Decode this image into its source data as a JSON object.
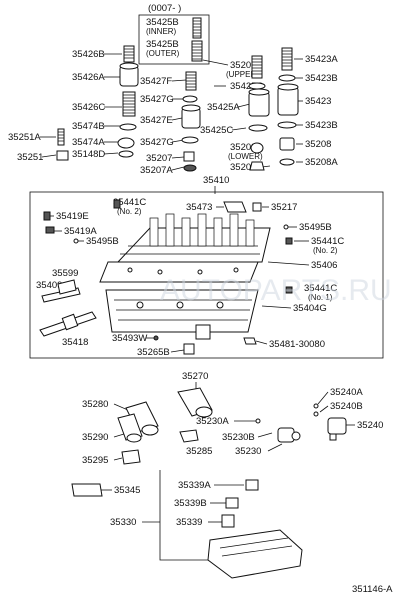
{
  "date_code": "(0007-   )",
  "figure_id": "351146-A",
  "watermark": "AUTOPARTS.RU",
  "callouts": {
    "c35425B_inner": "35425B",
    "c35425B_inner_note": "(INNER)",
    "c35425B_outer": "35425B",
    "c35425B_outer_note": "(OUTER)",
    "c35426B": "35426B",
    "c35426A": "35426A",
    "c35426C": "35426C",
    "c35474B": "35474B",
    "c35251A": "35251A",
    "c35474A": "35474A",
    "c35251": "35251",
    "c35148D": "35148D",
    "c35427F": "35427F",
    "c35427G_1": "35427G",
    "c35427E": "35427E",
    "c35427G_2": "35427G",
    "c35207": "35207",
    "c35207A": "35207A",
    "c35209_upper": "35209",
    "c35209_upper_note": "(UPPER)",
    "c35425C_1": "35425C",
    "c35425A": "35425A",
    "c35425C_2": "35425C",
    "c35209_lower": "35209",
    "c35209_lower_note": "(LOWER)",
    "c35209A": "35209A",
    "c35410": "35410",
    "c35423A": "35423A",
    "c35423B_1": "35423B",
    "c35423": "35423",
    "c35423B_2": "35423B",
    "c35208": "35208",
    "c35208A": "35208A",
    "c35441C_no2_a": "35441C",
    "c35441C_no2_a_note": "(No. 2)",
    "c35473": "35473",
    "c35217": "35217",
    "c35419E": "35419E",
    "c35419A": "35419A",
    "c35495B_1": "35495B",
    "c35495B_2": "35495B",
    "c35441C_no2_b": "35441C",
    "c35441C_no2_b_note": "(No. 2)",
    "c35406": "35406",
    "c35599": "35599",
    "c35409": "35409",
    "c35441C_no1": "35441C",
    "c35441C_no1_note": "(No. 1)",
    "c35404G": "35404G",
    "c35418": "35418",
    "c35493W": "35493W",
    "c35265B": "35265B",
    "c35481": "35481-30080",
    "c35270": "35270",
    "c35280": "35280",
    "c35290": "35290",
    "c35285": "35285",
    "c35295": "35295",
    "c35230A": "35230A",
    "c35230B": "35230B",
    "c35230": "35230",
    "c35240A": "35240A",
    "c35240B": "35240B",
    "c35240": "35240",
    "c35345": "35345",
    "c35339A": "35339A",
    "c35339B": "35339B",
    "c35330": "35330",
    "c35339": "35339"
  }
}
